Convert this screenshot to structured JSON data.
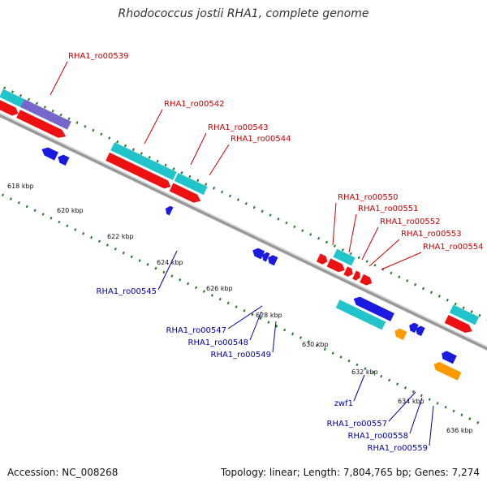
{
  "title": "Rhodococcus jostii RHA1, complete genome",
  "accession": "Accession: NC_008268",
  "topology": "Topology: linear; Length: 7,804,765 bp; Genes: 7,274",
  "colors": {
    "label_top": "#cc0000",
    "label_bottom": "#0000aa",
    "cyan": "#22c4cc",
    "red": "#ee1111",
    "blue": "#1a1ae0",
    "purple": "#7766cc",
    "orange": "#ff9900",
    "gray": "#cccccc",
    "tick": "#227722",
    "axis": "#999999"
  },
  "ruler_labels": [
    "618 kbp",
    "620 kbp",
    "622 kbp",
    "624 kbp",
    "626 kbp",
    "628 kbp",
    "630 kbp",
    "632 kbp",
    "634 kbp",
    "636 kbp"
  ],
  "top_labels": [
    "RHA1_ro00539",
    "RHA1_ro00542",
    "RHA1_ro00543",
    "RHA1_ro00544",
    "RHA1_ro00550",
    "RHA1_ro00551",
    "RHA1_ro00552",
    "RHA1_ro00553",
    "RHA1_ro00554"
  ],
  "bottom_labels": [
    "RHA1_ro00545",
    "RHA1_ro00547",
    "RHA1_ro00548",
    "RHA1_ro00549",
    "zwf1",
    "RHA1_ro00557",
    "RHA1_ro00558",
    "RHA1_ro00559"
  ]
}
